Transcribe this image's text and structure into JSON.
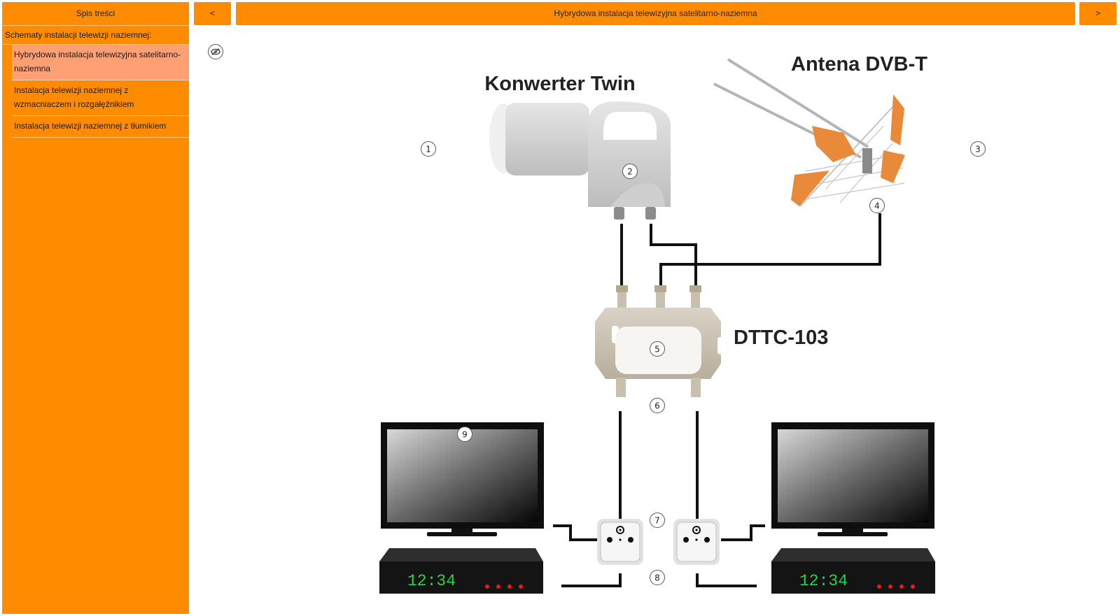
{
  "sidebar": {
    "header": "Spis treści",
    "section_title": "Schematy instalacji telewizji naziemnej:",
    "items": [
      {
        "label": "Hybrydowa instalacja telewizyjna satelitarno-naziemna",
        "active": true
      },
      {
        "label": "Instalacja telewizji naziemnej z wzmacniaczem i rozgałęźnikiem",
        "active": false
      },
      {
        "label": "Instalacja telewizji naziemnej z tłumikiem",
        "active": false
      }
    ]
  },
  "topbar": {
    "prev_label": "<",
    "title": "Hybrydowa instalacja telewizyjna satelitarno-naziemna",
    "next_label": ">"
  },
  "toolbar": {
    "visibility_icon": "eye-slash-icon"
  },
  "diagram": {
    "labels": {
      "converter": "Konwerter Twin",
      "antenna": "Antena DVB-T",
      "device": "DTTC-103"
    },
    "markers": [
      "1",
      "2",
      "3",
      "4",
      "5",
      "6",
      "7",
      "8",
      "9"
    ],
    "set_top_box_clock": [
      "12:34",
      "12:34"
    ]
  },
  "colors": {
    "accent": "#ff8c00",
    "active_item": "#ff9f74",
    "antenna_orange": "#e98a3a",
    "display_green": "#2bd14a",
    "led_red": "#e02020"
  }
}
